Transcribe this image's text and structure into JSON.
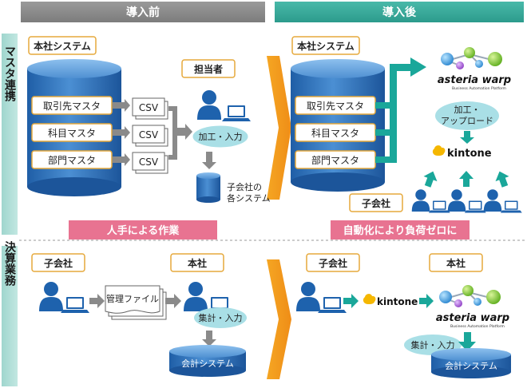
{
  "header": {
    "before": "導入前",
    "after": "導入後"
  },
  "rows": {
    "master": "マスタ連携",
    "settlement": "決算業務"
  },
  "master_before": {
    "hq_system": "本社システム",
    "items": [
      "取引先マスタ",
      "科目マスタ",
      "部門マスタ"
    ],
    "csv": "CSV",
    "person": "担当者",
    "process": "加工・入力",
    "sub_system_line1": "子会社の",
    "sub_system_line2": "各システム"
  },
  "master_after": {
    "hq_system": "本社システム",
    "items": [
      "取引先マスタ",
      "科目マスタ",
      "部門マスタ"
    ],
    "asteria": "asteria warp",
    "asteria_sub": "Business Automation Platform",
    "process_line1": "加工・",
    "process_line2": "アップロード",
    "kintone": "kintone",
    "subsidiary": "子会社"
  },
  "banners": {
    "manual": "人手による作業",
    "auto": "自動化により負荷ゼロに"
  },
  "settle_before": {
    "subsidiary": "子会社",
    "hq": "本社",
    "file": "管理ファイル",
    "process": "集計・入力",
    "accounting": "会計システム"
  },
  "settle_after": {
    "subsidiary": "子会社",
    "hq": "本社",
    "kintone": "kintone",
    "asteria": "asteria warp",
    "asteria_sub": "Business Automation Platform",
    "process": "集計・入力",
    "accounting": "会計システム"
  },
  "colors": {
    "header_before": "#8c8c8c",
    "header_after": "#3aa99a",
    "row_tab": "#a9dcd5",
    "db_blue": "#2f6fb6",
    "person_blue": "#1e62ad",
    "arrow_orange": "#f39a1e",
    "teal_arrow": "#1aa79a",
    "banner_pink": "#e87391",
    "bubble": "#a9dfe6",
    "label_border": "#e6a93c"
  }
}
